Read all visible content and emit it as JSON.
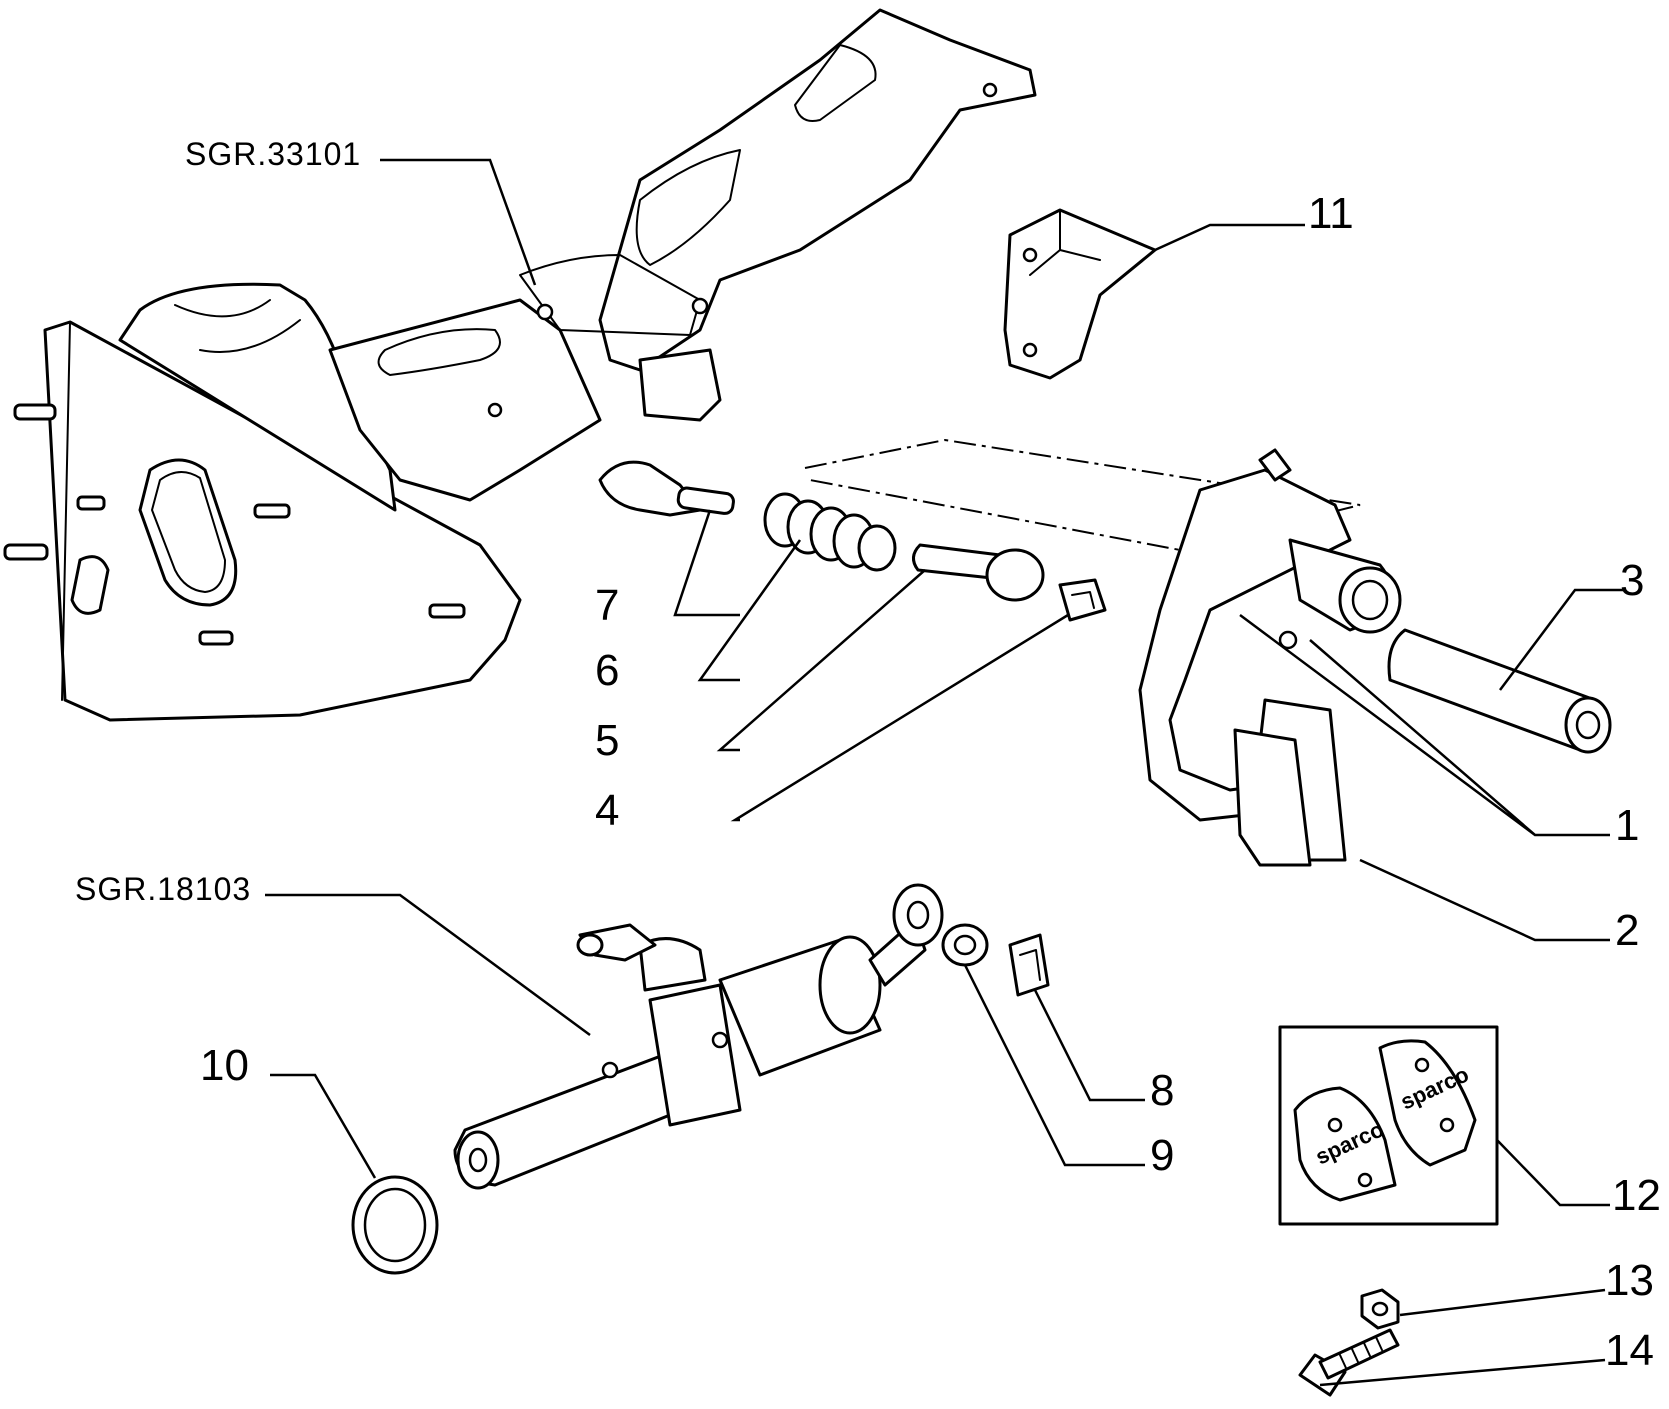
{
  "references": {
    "upper": "SGR.33101",
    "lower": "SGR.18103"
  },
  "callouts": [
    "1",
    "2",
    "3",
    "4",
    "5",
    "6",
    "7",
    "8",
    "9",
    "10",
    "11",
    "12",
    "13",
    "14"
  ],
  "pedal_pad_logo": "sparco",
  "colors": {
    "ink": "#000000",
    "paper": "#ffffff"
  }
}
